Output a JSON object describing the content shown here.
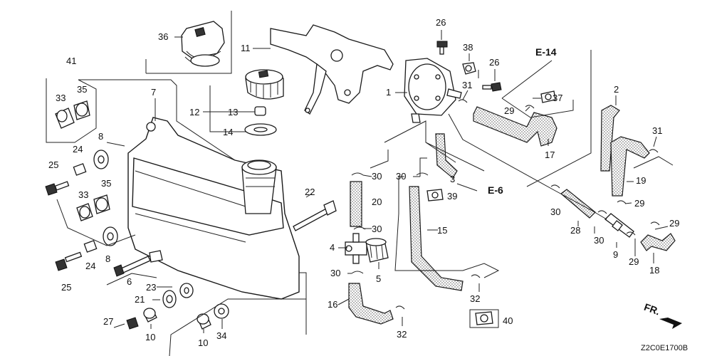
{
  "diagram_code": "Z2C0E1700B",
  "direction_label": "FR.",
  "refs": {
    "e14": "E-14",
    "e6": "E-6"
  },
  "callouts": {
    "c36": "36",
    "c11": "11",
    "c26a": "26",
    "c38": "38",
    "c26b": "26",
    "c1": "1",
    "c31a": "31",
    "c37": "37",
    "c29a": "29",
    "c17": "17",
    "c2": "2",
    "c31b": "31",
    "c19": "19",
    "c29b": "29",
    "c41": "41",
    "c33a": "33",
    "c35a": "35",
    "c7": "7",
    "c12": "12",
    "c13": "13",
    "c14": "14",
    "c8a": "8",
    "c24a": "24",
    "c25a": "25",
    "c33b": "33",
    "c35b": "35",
    "c30a": "30",
    "c30b": "30",
    "c3": "3",
    "c22": "22",
    "c20": "20",
    "c39": "39",
    "c30c": "30",
    "c28": "28",
    "c30d": "30",
    "c9": "9",
    "c29c": "29",
    "c29d": "29",
    "c18": "18",
    "c15": "15",
    "c4": "4",
    "c8b": "8",
    "c24b": "24",
    "c25b": "25",
    "c6": "6",
    "c30e": "30",
    "c5": "5",
    "c23": "23",
    "c21": "21",
    "c32a": "32",
    "c16": "16",
    "c27": "27",
    "c10a": "10",
    "c10b": "10",
    "c34": "34",
    "c32b": "32",
    "c40": "40"
  }
}
